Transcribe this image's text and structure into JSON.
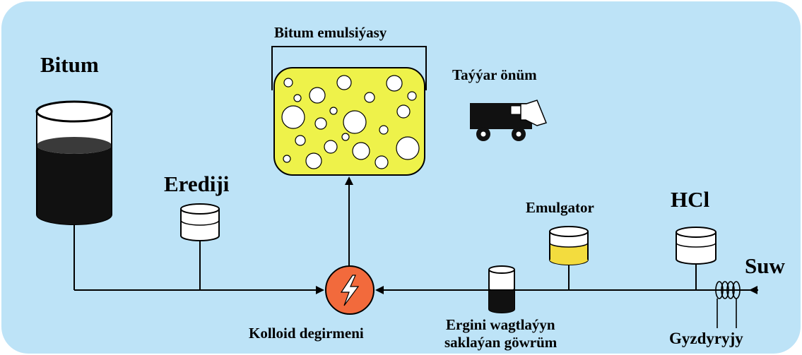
{
  "colors": {
    "background": "#bde3f7",
    "bitum": "#111111",
    "emulsion": "#eef24a",
    "emulgator_liquid": "#f3dc3e",
    "mill": "#f26a3c",
    "line": "#000000"
  },
  "labels": {
    "bitum": "Bitum",
    "erediji": "Erediji",
    "emulsion": "Bitum emulsiýasy",
    "product": "Taýýar önüm",
    "emulgator": "Emulgator",
    "hcl": "HCl",
    "water": "Suw",
    "mill": "Kolloid degirmeni",
    "tank_line1": "Ergini wagtlaýyn",
    "tank_line2": "saklaýan göwrüm",
    "heater": "Gyzdyryjy"
  },
  "icons": {
    "mill": "lightning-icon",
    "product": "truck-icon"
  }
}
